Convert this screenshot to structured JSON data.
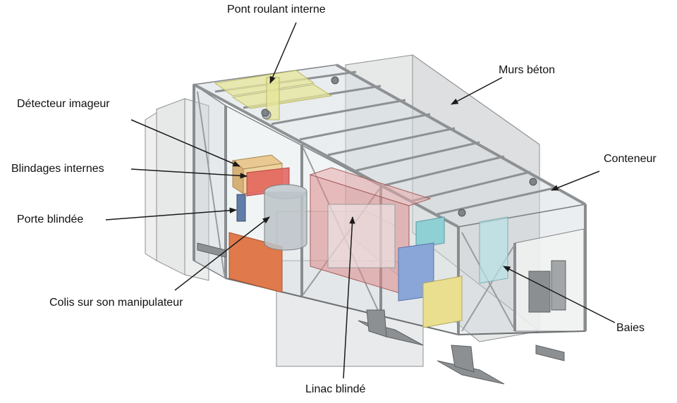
{
  "labels": {
    "pont_roulant": "Pont roulant interne",
    "murs_beton": "Murs béton",
    "detecteur": "Détecteur imageur",
    "blindages": "Blindages internes",
    "conteneur": "Conteneur",
    "porte": "Porte blindée",
    "colis": "Colis sur son manipulateur",
    "baies": "Baies",
    "linac": "Linac blindé"
  },
  "colors": {
    "frame": "#9a9c9e",
    "frame_dark": "#6d6f71",
    "leader": "#1a1a1a",
    "concrete": "#c9cbcc",
    "detector": "#e9c892",
    "shield_red": "#e35f5a",
    "door": "#e07a4c",
    "linac": "#dc8a8a",
    "rack_cyan": "#8fd0d5",
    "rack_blue": "#8aa6d8",
    "rack_yellow": "#e9df8f"
  }
}
